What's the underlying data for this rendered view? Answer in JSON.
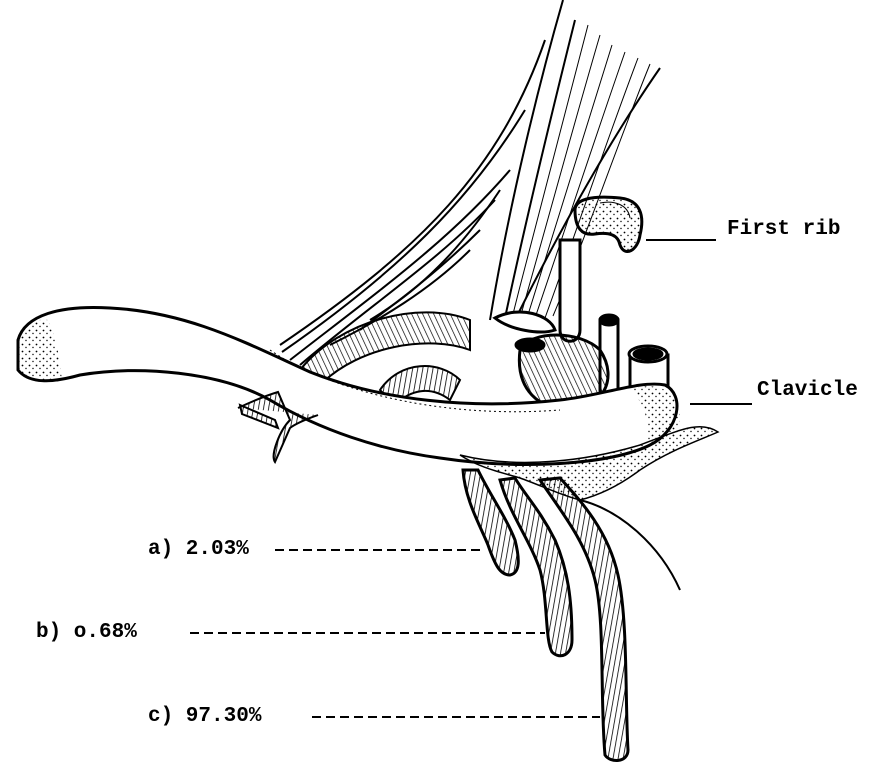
{
  "labels": {
    "first_rib": "First rib",
    "clavicle": "Clavicle"
  },
  "variants": [
    {
      "label": "a) 2.03%"
    },
    {
      "label": "b) o.68%"
    },
    {
      "label": "c) 97.30%"
    }
  ]
}
